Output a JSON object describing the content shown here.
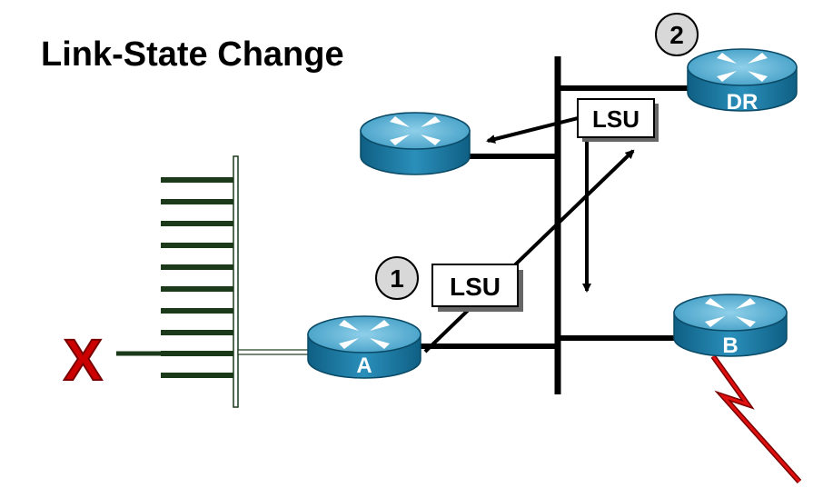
{
  "title": "Link-State Change",
  "failure_mark": "X",
  "steps": {
    "step1": "1",
    "step2": "2"
  },
  "messages": {
    "lsu_from_a": "LSU",
    "lsu_from_dr": "LSU"
  },
  "routers": {
    "a": "A",
    "b": "B",
    "dr": "DR",
    "top": ""
  },
  "colors": {
    "router_body": "#1b7fa8",
    "router_top": "#5fb3d3",
    "failure": "#cc0000",
    "serial_link": "#cc0000",
    "lines": "#000000",
    "switch_ports": "#1a3a1a"
  }
}
